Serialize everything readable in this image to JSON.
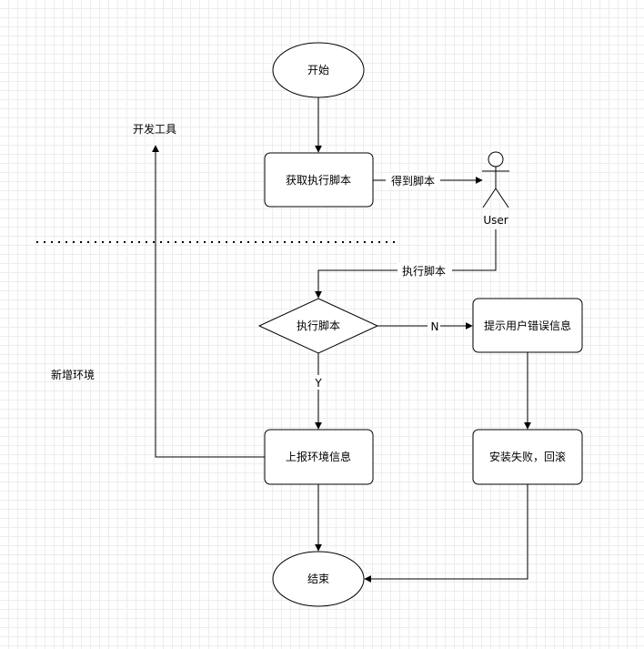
{
  "nodes": {
    "start": "开始",
    "get_script": "获取执行脚本",
    "user": "User",
    "exec_decision": "执行脚本",
    "prompt_error": "提示用户错误信息",
    "report_env": "上报环境信息",
    "install_fail": "安装失败，回滚",
    "end": "结束"
  },
  "edges": {
    "get_script_to_user": "得到脚本",
    "user_to_decision": "执行脚本",
    "decision_no": "N",
    "decision_yes": "Y"
  },
  "regions": {
    "dev_tools": "开发工具",
    "new_env": "新增环境"
  }
}
